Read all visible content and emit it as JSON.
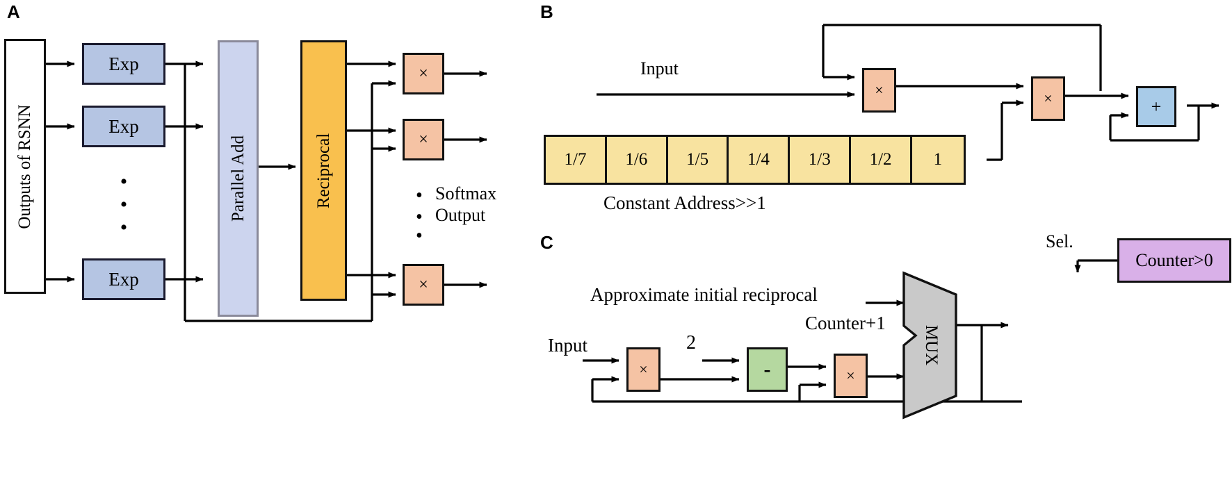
{
  "figure": {
    "panels": [
      {
        "id": "A",
        "letter": "A"
      },
      {
        "id": "B",
        "letter": "B"
      },
      {
        "id": "C",
        "letter": "C"
      }
    ]
  },
  "panelA": {
    "letter": "A",
    "input_block_label": "Outputs of RSNN",
    "exp_labels": [
      "Exp",
      "Exp",
      "Exp"
    ],
    "parallel_add_label": "Parallel Add",
    "reciprocal_label": "Reciprocal",
    "multiply_symbol": "×",
    "multiplier_labels": [
      "×",
      "×",
      "×"
    ],
    "output_caption_line1": "Softmax",
    "output_caption_line2": "Output",
    "ellipsis_glyph": "•",
    "colors": {
      "exp_fill": "#b5c5e3",
      "exp_stroke": "#1a1a2e",
      "parallel_add_fill": "#ccd4ee",
      "parallel_add_stroke": "#8a8a9a",
      "reciprocal_fill": "#f9c04e",
      "reciprocal_stroke": "#111111",
      "multiplier_fill": "#f5c3a4",
      "multiplier_stroke": "#111111",
      "input_fill": "#ffffff",
      "wire": "#000000"
    }
  },
  "panelB": {
    "letter": "B",
    "input_label": "Input",
    "mult1_label": "×",
    "mult2_label": "×",
    "adder_label": "+",
    "constant_cells": [
      "1/7",
      "1/6",
      "1/5",
      "1/4",
      "1/3",
      "1/2",
      "1"
    ],
    "constant_caption": "Constant Address>>1",
    "colors": {
      "mult_fill": "#f5c3a4",
      "adder_fill": "#a8cbe8",
      "const_fill": "#f8e3a0",
      "stroke": "#111111"
    }
  },
  "panelC": {
    "letter": "C",
    "sel_label": "Sel.",
    "counter_box_label": "Counter>0",
    "approx_label": "Approximate initial reciprocal",
    "counter_plus_label": "Counter+1",
    "input_label": "Input",
    "const_two_label": "2",
    "mult1_label": "×",
    "sub_label": "-",
    "mult2_label": "×",
    "mux_label": "MUX",
    "colors": {
      "mult_fill": "#f5c3a4",
      "sub_fill": "#b5d8a0",
      "mux_fill": "#c9c9c9",
      "counter_fill": "#d9b0e8",
      "stroke": "#111111"
    }
  }
}
